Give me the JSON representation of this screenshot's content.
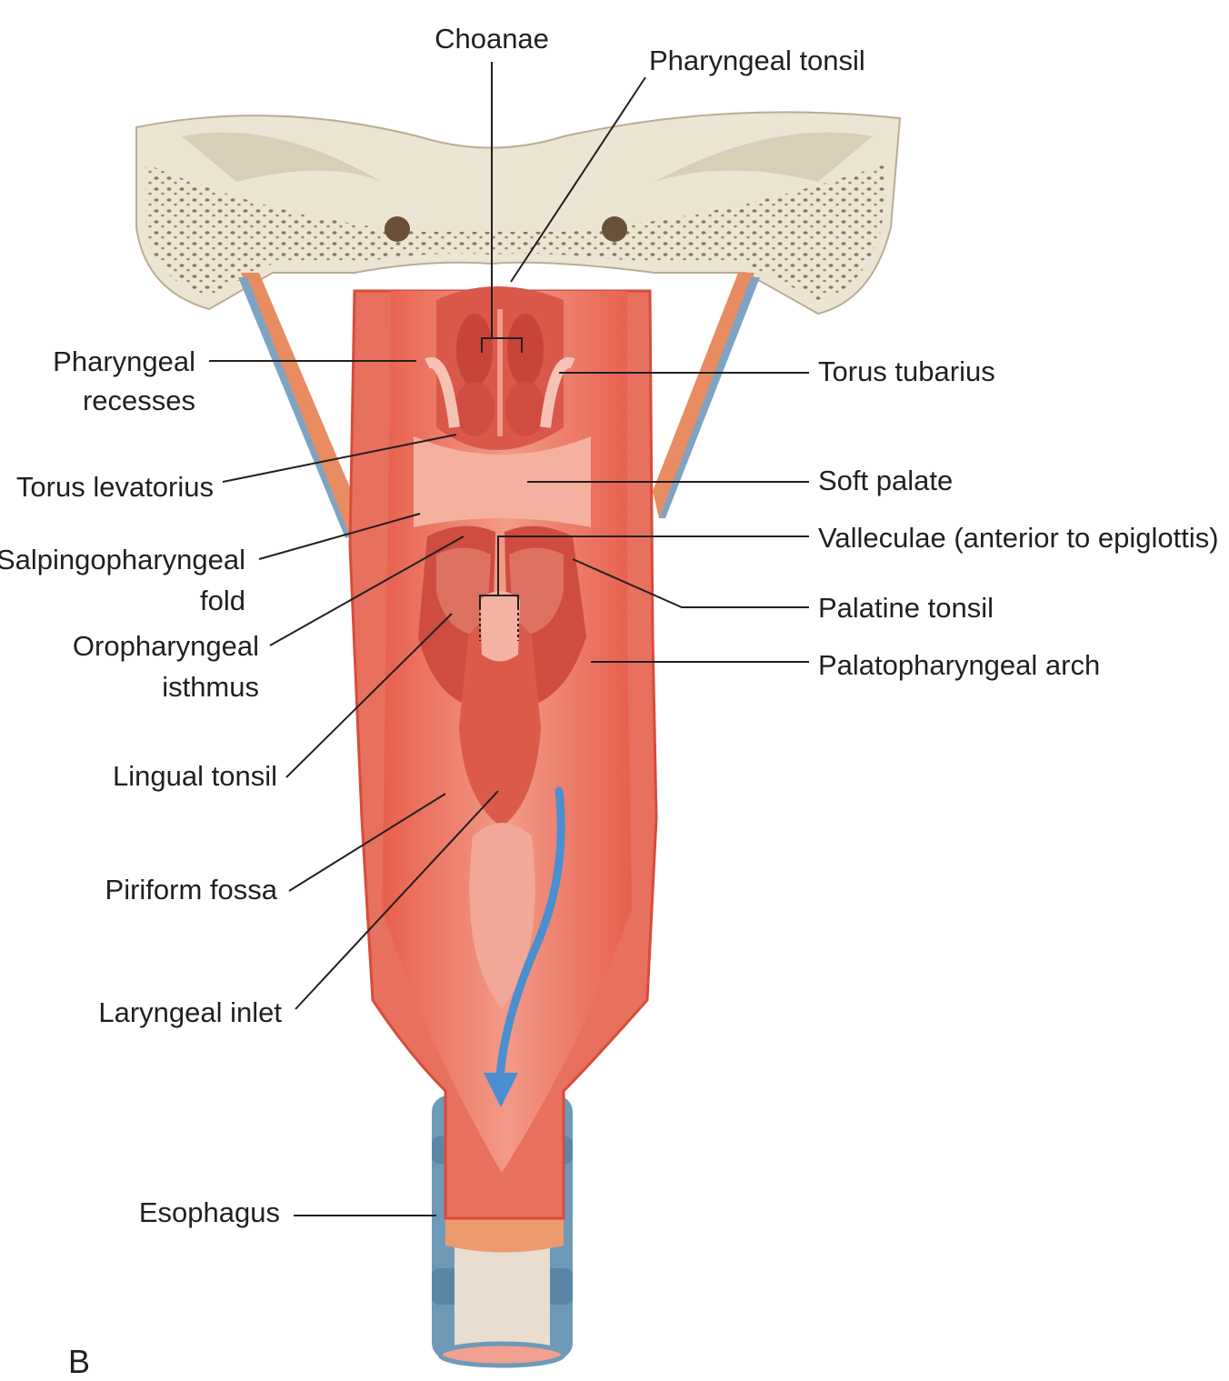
{
  "figure": {
    "panel_letter": "B",
    "labels": {
      "choanae": "Choanae",
      "pharyngeal_tonsil": "Pharyngeal tonsil",
      "pharyngeal_recesses_1": "Pharyngeal",
      "pharyngeal_recesses_2": "recesses",
      "torus_tubarius": "Torus tubarius",
      "torus_levatorius": "Torus levatorius",
      "soft_palate": "Soft palate",
      "salpingopharyngeal_fold_1": "Salpingopharyngeal",
      "salpingopharyngeal_fold_2": "fold",
      "valleculae": "Valleculae (anterior to epiglottis)",
      "oropharyngeal_isthmus_1": "Oropharyngeal",
      "oropharyngeal_isthmus_2": "isthmus",
      "palatine_tonsil": "Palatine tonsil",
      "palatopharyngeal_arch": "Palatopharyngeal arch",
      "lingual_tonsil": "Lingual tonsil",
      "piriform_fossa": "Piriform fossa",
      "laryngeal_inlet": "Laryngeal inlet",
      "esophagus": "Esophagus"
    },
    "colors": {
      "bone": "#e8e0cc",
      "bone_pores": "#7a5a3a",
      "pharynx_wall": "#e8705e",
      "mucosa": "#f2a090",
      "cavity_dark": "#c8443a",
      "cartilage": "#6e9ab8",
      "arrow": "#4a8fd0"
    }
  }
}
